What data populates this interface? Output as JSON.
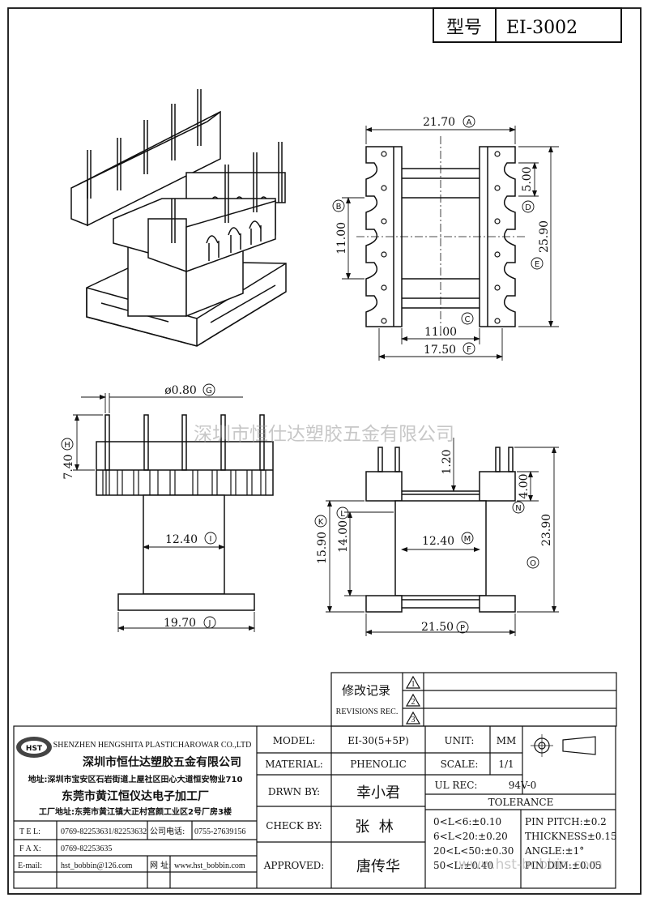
{
  "header": {
    "model_label": "型号",
    "model_value": "EI-3002"
  },
  "watermark": {
    "text": "深圳市恒仕达塑胶五金有限公司",
    "url": "www.hst-bobbin.com"
  },
  "dimensions": {
    "top_width": "21.70",
    "top_width_tag": "A",
    "top_inner": "11.00",
    "top_inner_tag": "B",
    "top_core": "11.00",
    "top_core_tag": "C",
    "slot_pitch": "5.00",
    "slot_pitch_tag": "D",
    "top_height": "25.90",
    "top_height_tag": "E",
    "top_depth": "17.50",
    "top_depth_tag": "F",
    "pin_dia": "ø0.80",
    "pin_dia_tag": "G",
    "pin_len": "7.40",
    "pin_len_tag": "H",
    "front_core": "12.40",
    "front_core_tag": "I",
    "front_base": "19.70",
    "front_base_tag": "J",
    "side_height": "15.90",
    "side_height_tag": "K",
    "side_inner": "14.00",
    "side_inner_tag": "L",
    "side_core": "12.40",
    "side_core_tag": "M",
    "side_flange": "4.00",
    "side_flange_tag": "N",
    "side_total": "23.90",
    "side_total_tag": "O",
    "side_base": "21.50",
    "side_base_tag": "P",
    "side_gap": "1.20"
  },
  "revisions": {
    "title_cn": "修改记录",
    "title_en": "REVISIONS REC.",
    "marks": [
      "1",
      "2",
      "3"
    ]
  },
  "company": {
    "logo": "HST",
    "name_en": "SHENZHEN HENGSHITA PLASTICHAROWAR CO.,LTD",
    "name_cn": "深圳市恒仕达塑胶五金有限公司",
    "addr": "地址:深圳市宝安区石岩街道上屋社区田心大道恒安物业710",
    "factory": "东莞市黄江恒仪达电子加工厂",
    "factory_addr": "工厂地址:东莞市黄江镇大正村宫颜工业区2号厂房3楼"
  },
  "contacts": {
    "tel_label": "T E L:",
    "tel": "0769-82253631/82253632",
    "office_label": "公司电话:",
    "office": "0755-27639156",
    "fax_label": "F A X:",
    "fax": "0769-82253635",
    "email_label": "E-mail:",
    "email": "hst_bobbin@126.com",
    "web_label": "网 址:",
    "web": "www.hst_bobbin.com"
  },
  "info": {
    "model_label": "MODEL:",
    "model_value": "EI-30(5+5P)",
    "material_label": "MATERIAL:",
    "material_value": "PHENOLIC",
    "drawn_label": "DRWN BY:",
    "drawn_value": "幸小君",
    "check_label": "CHECK BY:",
    "check_value": "张  林",
    "approved_label": "APPROVED:",
    "approved_value": "唐传华",
    "unit_label": "UNIT:",
    "unit_value": "MM",
    "scale_label": "SCALE:",
    "scale_value": "1/1",
    "ul_label": "UL REC:",
    "ul_value": "94V-0",
    "tolerance_title": "TOLERANCE",
    "tol_1": "0<L<6:±0.10",
    "tol_2": "6<L<20:±0.20",
    "tol_3": "20<L<50:±0.30",
    "tol_4": "50<L:±0.40",
    "pin_pitch": "PIN PITCH:±0.2",
    "thickness": "THICKNESS±0.15",
    "angle": "ANGLE:±1°",
    "pin_dim": "PIN DIM:±0.05"
  }
}
